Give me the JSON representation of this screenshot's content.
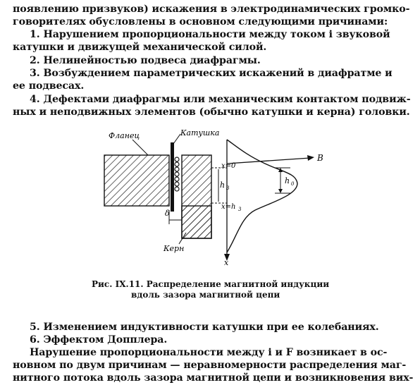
{
  "text_top": [
    "появлению призвуков) искажения в электродинамических громко-",
    "говорителях обусловлены в основном следующими причинами:",
    "1. Нарушением пропорциональности между током i звуковой",
    "катушки и движущей механической силой.",
    "2. Нелинейностью подвеса диафрагмы.",
    "3. Возбуждением параметрических искажений в диафратме и",
    "ее подвесах.",
    "4. Дефектами диафрагмы или механическим контактом подвиж-",
    "ных и неподвижных элементов (обычно катушки и керна) головки."
  ],
  "figure": {
    "labels": {
      "flange": "Фланец",
      "coil": "Катушка",
      "core": "Керн",
      "b_axis": "B",
      "x_axis": "x",
      "x0": "x=0",
      "xh": "x=h",
      "h3": "h",
      "h0": "h",
      "delta": "δ"
    },
    "caption_line1": "Рис. IX.11. Распределение магнитной индукции",
    "caption_line2": "вдоль зазора магнитной цепи"
  },
  "text_bottom": [
    "5. Изменением индуктивности катушки при ее колебаниях.",
    "6. Эффектом Допплера.",
    "Нарушение пропорциональности между i и F возникает в ос-",
    "новном по двум причинам — неравномерности распределения маг-",
    "нитного потока вдоль зазора магнитной цепи и возникновения вих-"
  ]
}
